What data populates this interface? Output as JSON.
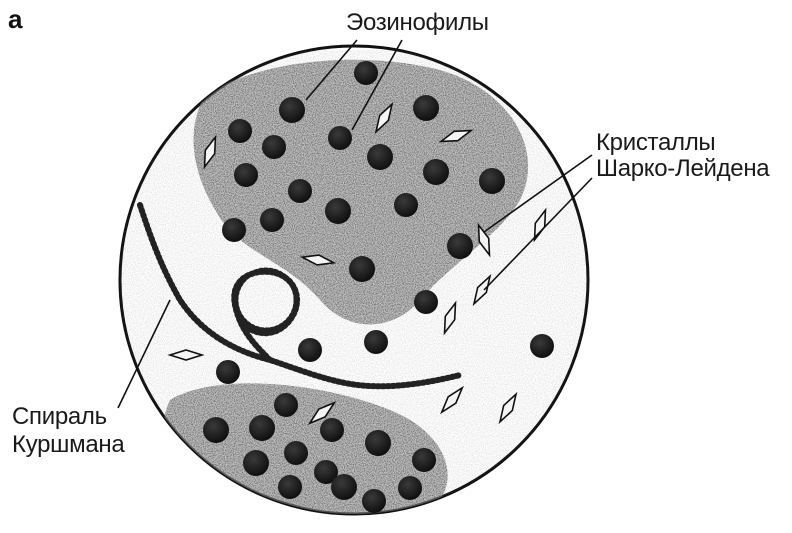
{
  "panel_letter": "а",
  "labels": {
    "eosinophils": "Эозинофилы",
    "crystals_line1": "Кристаллы",
    "crystals_line2": "Шарко-Лейдена",
    "spiral_line1": "Спираль",
    "spiral_line2": "Куршмана"
  },
  "colors": {
    "ink": "#111111",
    "stain": "#9a9a9a",
    "background": "#ffffff"
  }
}
